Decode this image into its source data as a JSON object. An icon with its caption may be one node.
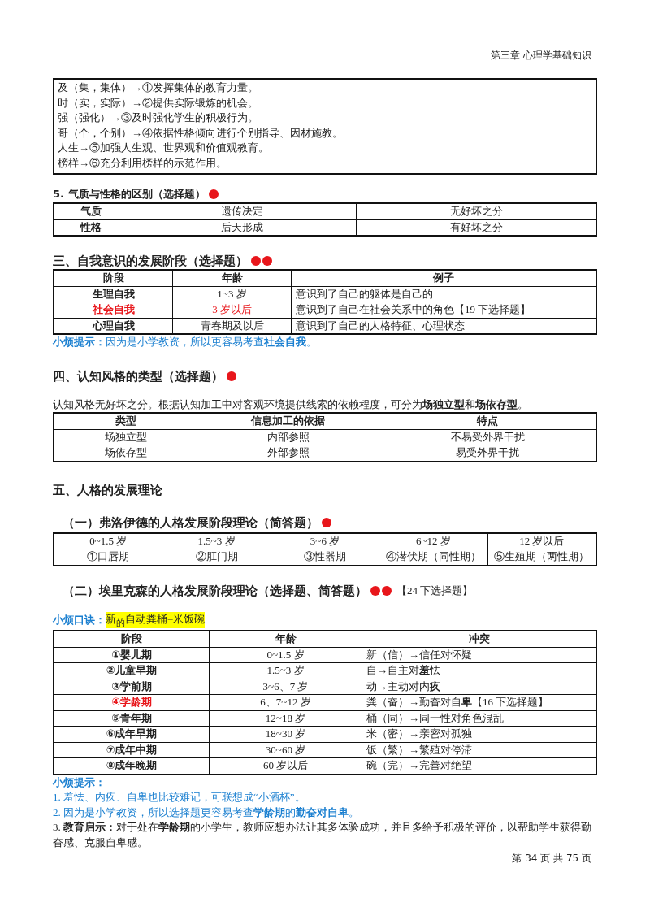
{
  "diagram": {
    "labels": [
      "第三章 心理学基础知识",
      "及（集，集体）→①发挥集体的教育力量。",
      "时（实，实际）→②提供实际锻炼的机会。",
      "强（强化）→③及时强化学生的积极行为。",
      "哥（个，个别）→④依据性格倾向进行个别指导、因材施教。",
      "人生→⑤加强人生观、世界观和价值观教育。",
      "榜样→⑥充分利用榜样的示范作用。",
      "5. 气质与性格的区别（选择题）",
      "气质",
      "遗传决定",
      "无好坏之分",
      "性格",
      "后天形成",
      "有好坏之分",
      "三、自我意识的发展阶段（选择题）",
      "阶段",
      "年龄",
      "例子",
      "生理自我",
      "1~3 岁",
      "意识到了自己的躯体是自己的",
      "社会自我",
      "3 岁以后",
      "意识到了自己在社会关系中的角色【19 下选择题】",
      "心理自我",
      "青春期及以后",
      "意识到了自己的人格特征、心理状态",
      "**小烦提示：**因为是小学教资，所以更容易考查**社会自我**。",
      "四、认知风格的类型（选择题）",
      "认知风格无好坏之分。根据认知加工中对客观环境提供线索的依赖程度，可分为**场独立型**和**场依存型**。",
      "类型",
      "信息加工的依据",
      "特点",
      "场独立型",
      "内部参照",
      "不易受外界干扰",
      "场依存型",
      "外部参照",
      "易受外界干扰",
      "五、人格的发展理论",
      "（一）弗洛伊德的人格发展阶段理论（简答题）",
      "0~1.5 岁",
      "1.5~3 岁",
      "3~6 岁",
      "6~12 岁",
      "12 岁以后",
      "①口唇期",
      "②肛门期",
      "③性器期",
      "④潜伏期（同性期）",
      "⑤生殖期（两性期）",
      "（二）埃里克森的人格发展阶段理论（选择题、简答题）",
      "【24 下选择题】",
      "小烦口诀：",
      "新$_{的}$自动粪桶=米饭碗",
      "阶段",
      "年龄",
      "冲突",
      "①婴儿期",
      "0~1.5 岁",
      "新（信）→信任对怀疑",
      "②儿童早期",
      "1.5~3 岁",
      "自→自主对**羞**怯",
      "③学前期",
      "3~6、7 岁",
      "动→主动对内**疚**",
      "④学龄期",
      "6、7~12 岁",
      "粪（奋）→勤奋对自**卑**【16 下选择题】",
      "⑤青年期",
      "12~18 岁",
      "桶（同）→同一性对角色混乱",
      "⑥成年早期",
      "18~30 岁",
      "米（密）→亲密对孤独",
      "⑦成年中期",
      "30~60 岁",
      "饭（繁）→繁殖对停滞",
      "⑧成年晚期",
      "60 岁以后",
      "碗（完）→完善对绝望",
      "小烦提示：",
      "1. 羞怯、内疚、自卑也比较难记，可联想成“小酒杯”。",
      "2. 因为是小学教资，所以选择题更容易考查**学龄期**的**勤奋对自卑**。",
      "3. **教育启示：**对于处在**学龄期**的小学生，教师应想办法让其多体验成功，并且多给予积极的评价，以帮助学生获得勤奋感、克服自卑感。",
      "第 34 页 共 75 页"
    ]
  }
}
